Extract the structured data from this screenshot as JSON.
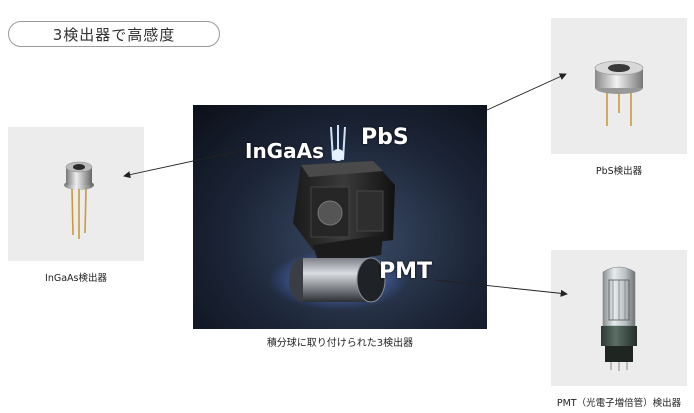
{
  "heading": "3検出器で高感度",
  "detectors": {
    "ingaas": {
      "caption": "InGaAs検出器"
    },
    "pbs": {
      "caption": "PbS検出器"
    },
    "pmt": {
      "caption": "PMT（光電子増倍管）検出器"
    }
  },
  "center": {
    "label_ingaas": "InGaAs",
    "label_pbs": "PbS",
    "label_pmt": "PMT",
    "caption": "積分球に取り付けられた3検出器"
  }
}
